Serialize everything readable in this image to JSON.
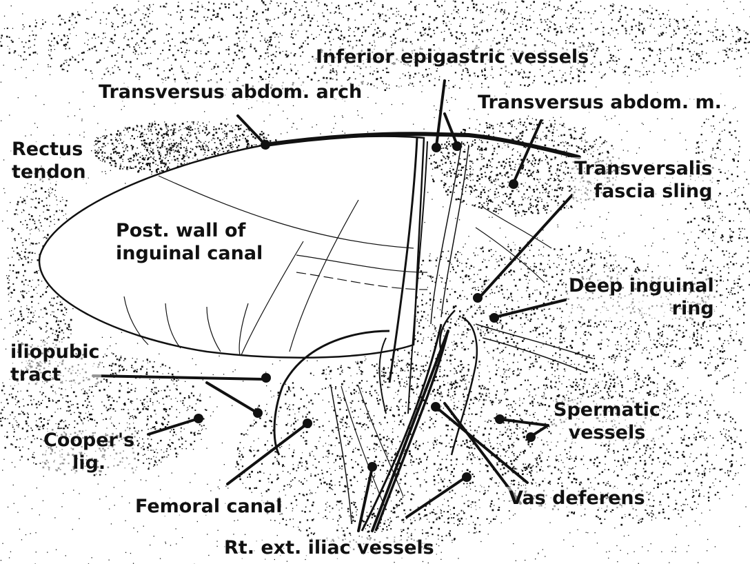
{
  "colors": {
    "ink": "#111111",
    "paper": "#ffffff"
  },
  "labels": {
    "inferior_epigastric": "Inferior epigastric vessels",
    "transversus_arch": "Transversus abdom. arch",
    "transversus_m": "Transversus abdom. m.",
    "rectus_tendon": [
      "Rectus",
      "tendon"
    ],
    "transversalis_sling": [
      "Transversalis",
      "fascia sling"
    ],
    "post_wall": [
      "Post. wall of",
      "inguinal canal"
    ],
    "deep_ring": [
      "Deep inguinal",
      "ring"
    ],
    "iliopubic": [
      "iliopubic",
      "tract"
    ],
    "spermatic": [
      "Spermatic",
      "vessels"
    ],
    "coopers": [
      "Cooper's",
      "lig."
    ],
    "femoral_canal": "Femoral canal",
    "vas_deferens": "Vas deferens",
    "ext_iliac": "Rt. ext. iliac vessels"
  }
}
